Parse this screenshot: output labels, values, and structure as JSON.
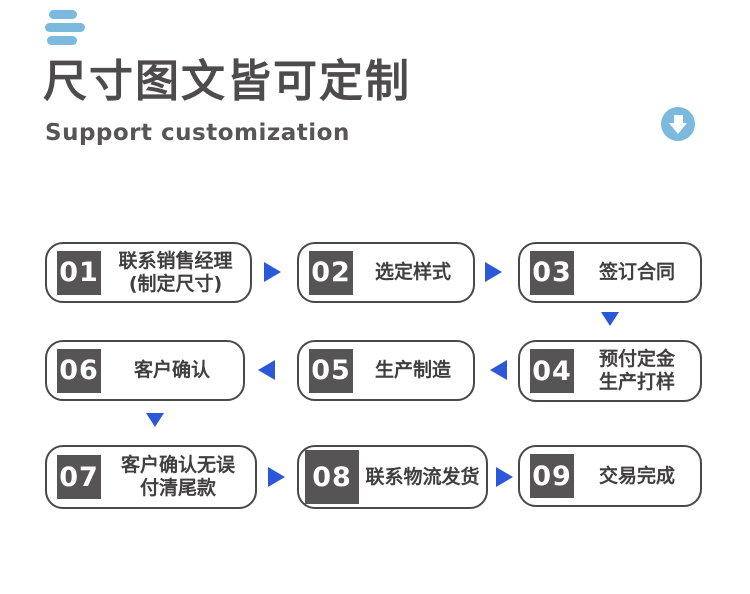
{
  "header": {
    "title": "尺寸图文皆可定制",
    "subtitle": "Support customization"
  },
  "colors": {
    "accent_blue": "#2b58d8",
    "light_blue": "#7cb9de",
    "dark_gray": "#4d4b4b",
    "badge_gray": "#565454"
  },
  "icons": {
    "menu": "three-bars-icon",
    "scroll": "down-arrow-circle-icon",
    "flow_right": "arrow-right-icon",
    "flow_left": "arrow-left-icon",
    "flow_down": "arrow-down-icon"
  },
  "steps": [
    {
      "num": "01",
      "line1": "联系销售经理",
      "line2": "(制定尺寸)"
    },
    {
      "num": "02",
      "line1": "选定样式",
      "line2": ""
    },
    {
      "num": "03",
      "line1": "签订合同",
      "line2": ""
    },
    {
      "num": "04",
      "line1": "预付定金",
      "line2": "生产打样"
    },
    {
      "num": "05",
      "line1": "生产制造",
      "line2": ""
    },
    {
      "num": "06",
      "line1": "客户确认",
      "line2": ""
    },
    {
      "num": "07",
      "line1": "客户确认无误",
      "line2": "付清尾款"
    },
    {
      "num": "08",
      "line1": "联系物流发货",
      "line2": ""
    },
    {
      "num": "09",
      "line1": "交易完成",
      "line2": ""
    }
  ]
}
